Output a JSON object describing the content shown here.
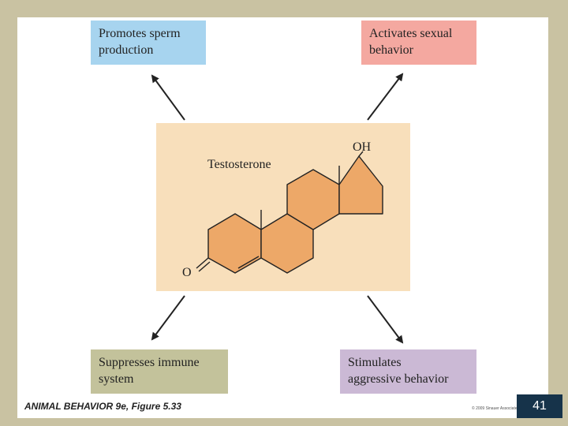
{
  "effects": {
    "top_left": [
      "Promotes sperm",
      "production"
    ],
    "top_right": [
      "Activates sexual",
      "behavior"
    ],
    "bottom_left": [
      "Suppresses immune",
      "system"
    ],
    "bottom_right": [
      "Stimulates",
      "aggressive behavior"
    ]
  },
  "molecule": {
    "name": "Testosterone",
    "hydroxyl_label": "OH",
    "ketone_label": "O",
    "ring_color": "#eda868",
    "panel_color": "#f8dfbb"
  },
  "caption": "ANIMAL BEHAVIOR 9e, Figure 5.33",
  "copyright": "© 2009 Sinauer Associates, Inc.",
  "page_number": "41"
}
